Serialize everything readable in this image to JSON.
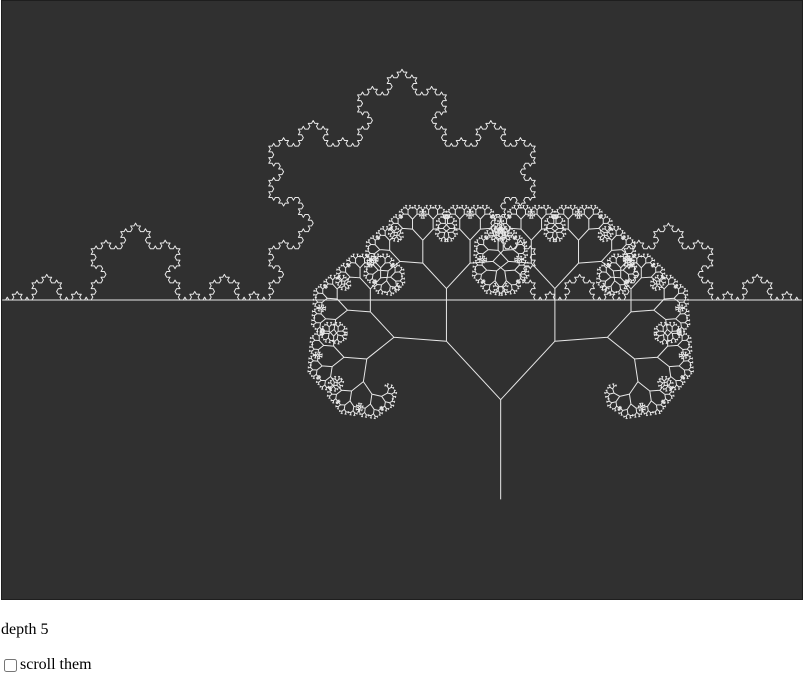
{
  "canvas": {
    "background": "#303030",
    "stroke": "#e8e8e8"
  },
  "controls": {
    "depth_label": "depth",
    "depth_value": "5",
    "scroll_label": "scroll them",
    "scroll_checked": false
  }
}
